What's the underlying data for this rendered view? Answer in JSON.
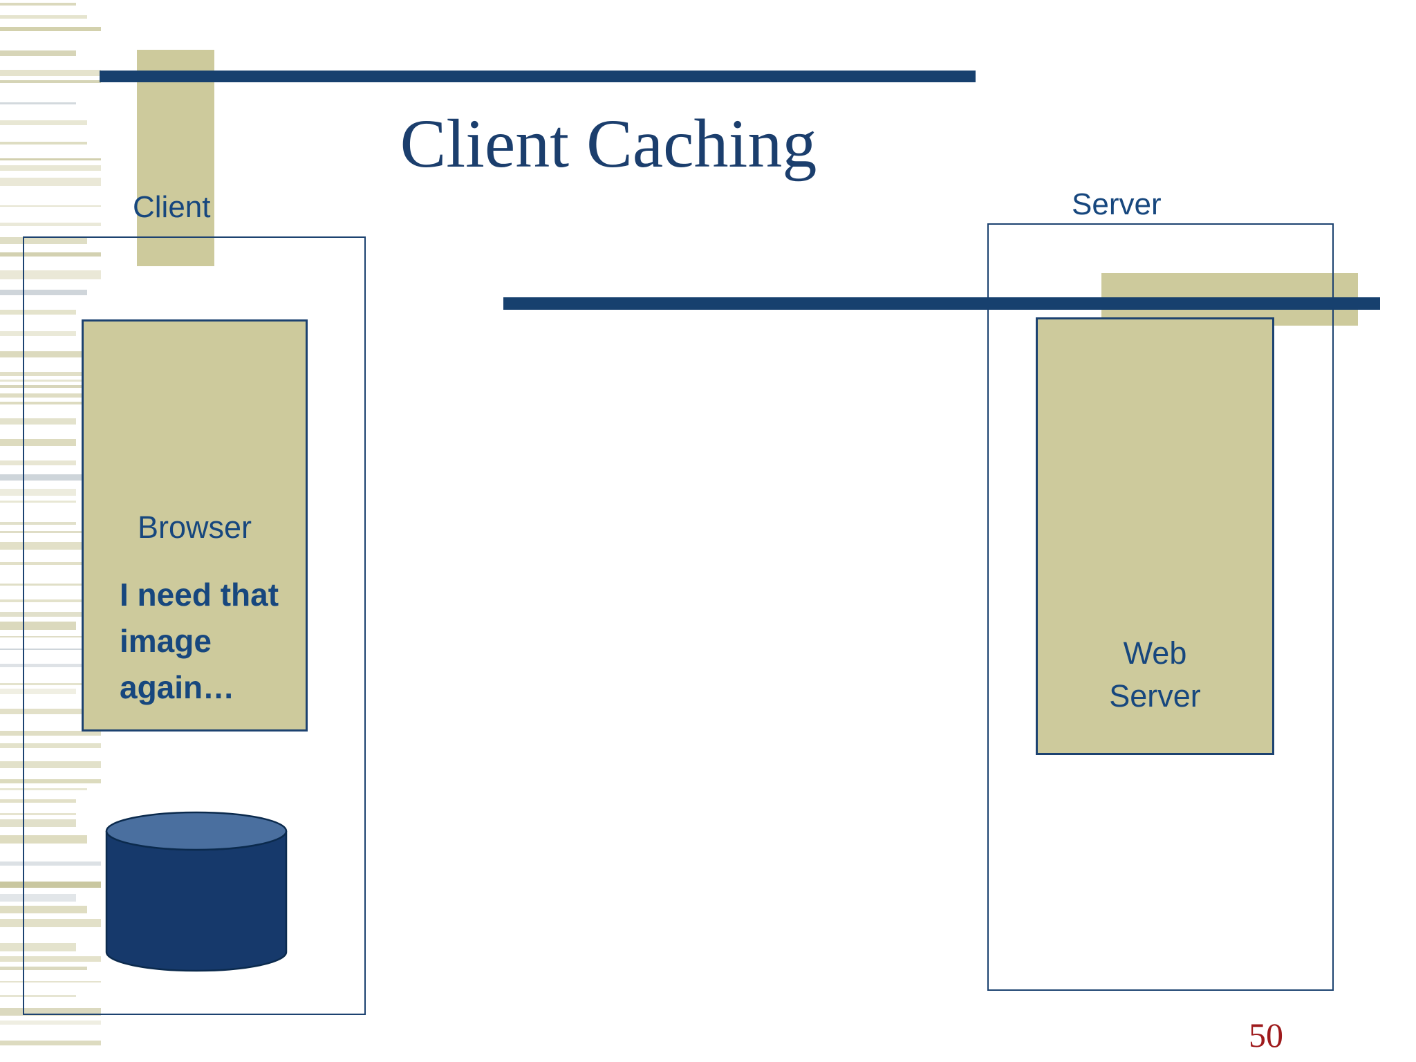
{
  "title": "Client Caching",
  "page_number": "50",
  "labels": {
    "client": "Client",
    "server": "Server"
  },
  "client_panel": {
    "browser_label": "Browser",
    "thought_lines": [
      "I need that",
      "image",
      "again…"
    ]
  },
  "server_panel": {
    "label_lines": [
      "Web",
      "Server"
    ]
  },
  "icons": {
    "cache": "database-cylinder-icon"
  },
  "colors": {
    "navy_rule": "#17406e",
    "title_navy": "#1b3e6d",
    "label_navy": "#17477e",
    "box_border_navy": "#1c4270",
    "olive_fill": "#cdca9c",
    "stripe_tans": [
      "#dcdabd",
      "#d2d0ac",
      "#c9c7a0",
      "#e5e4d0",
      "#d8d6b6"
    ],
    "stripe_blue_gray": "#ccd3d8",
    "cylinder_top": "#4a6f9f",
    "cylinder_body": "#16396b",
    "cylinder_outline": "#0b2a4d",
    "page_number_red": "#9e1a1c"
  }
}
